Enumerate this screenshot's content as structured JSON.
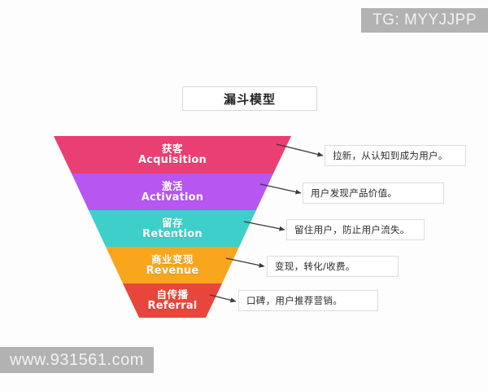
{
  "watermarks": {
    "top_right": "TG: MYYJJPP",
    "bottom_left": "www.931561.com"
  },
  "title": {
    "text": "漏斗模型"
  },
  "funnel": {
    "stages": [
      {
        "cn": "获客",
        "en": "Acquisition",
        "color": "#ea3f72",
        "note": "拉新，从认知到成为用户。"
      },
      {
        "cn": "激活",
        "en": "Activation",
        "color": "#b756f0",
        "note": "用户发现产品价值。"
      },
      {
        "cn": "留存",
        "en": "Retention",
        "color": "#3dcfca",
        "note": "留住用户，防止用户流失。"
      },
      {
        "cn": "商业变现",
        "en": "Revenue",
        "color": "#f9a61c",
        "note": "变现，转化/收费。"
      },
      {
        "cn": "自传播",
        "en": "Referral",
        "color": "#e8463c",
        "note": "口碑，用户推荐营销。"
      }
    ]
  },
  "colors": {
    "background": "#fdfdfd",
    "watermark_bg": "#b2b2b2",
    "watermark_text": "#f2f2f2",
    "box_border": "#dcdcdc",
    "arrow": "#3a3a3a",
    "label_text": "#ffffff"
  }
}
